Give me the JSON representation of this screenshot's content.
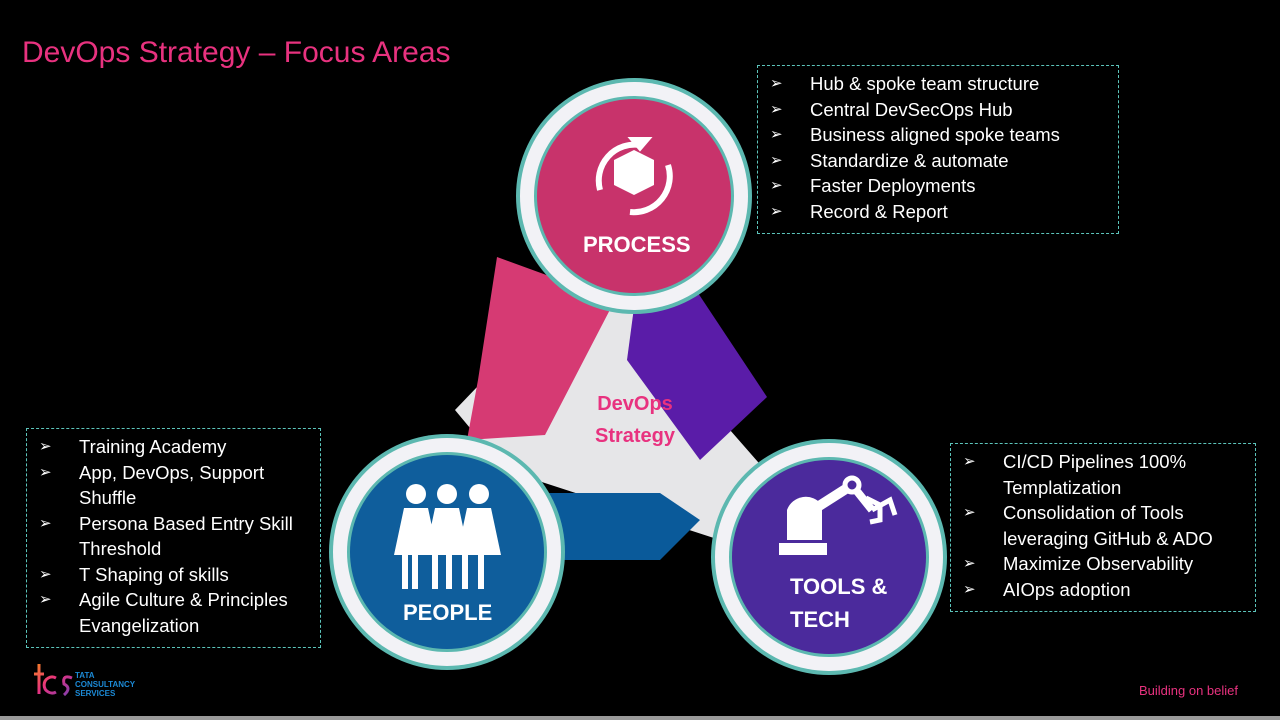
{
  "title": "DevOps Strategy – Focus Areas",
  "center_label": [
    "DevOps",
    "Strategy"
  ],
  "areas": {
    "process": {
      "label": "PROCESS",
      "icon": "box-cycle-icon",
      "color": "#c8336b",
      "items": [
        "Hub & spoke team structure",
        "Central DevSecOps Hub",
        "Business aligned spoke teams",
        "Standardize &  automate",
        "Faster Deployments",
        "Record & Report"
      ]
    },
    "people": {
      "label": "PEOPLE",
      "icon": "people-icon",
      "color": "#0f5e9c",
      "items": [
        "Training Academy",
        "App, DevOps, Support Shuffle",
        "Persona Based Entry Skill Threshold",
        "T Shaping of skills",
        "Agile Culture & Principles Evangelization"
      ]
    },
    "tools": {
      "label": [
        "TOOLS &",
        "TECH"
      ],
      "icon": "robot-arm-icon",
      "color": "#4b2a9c",
      "items": [
        "CI/CD Pipelines 100% Templatization",
        "Consolidation of Tools leveraging GitHub & ADO",
        "Maximize Observability",
        "AIOps adoption"
      ]
    }
  },
  "bullet_glyph": "➢",
  "footer": {
    "logo": "tcs",
    "logo_text": [
      "TATA",
      "CONSULTANCY",
      "SERVICES"
    ],
    "tagline": "Building on belief"
  },
  "colors": {
    "accent": "#e8327f",
    "border": "#5cc4bb",
    "band_pink": "#d63a73",
    "band_purple": "#5a1ca8",
    "band_blue": "#0a5a9a",
    "center_gray": "#e6e6e8"
  }
}
